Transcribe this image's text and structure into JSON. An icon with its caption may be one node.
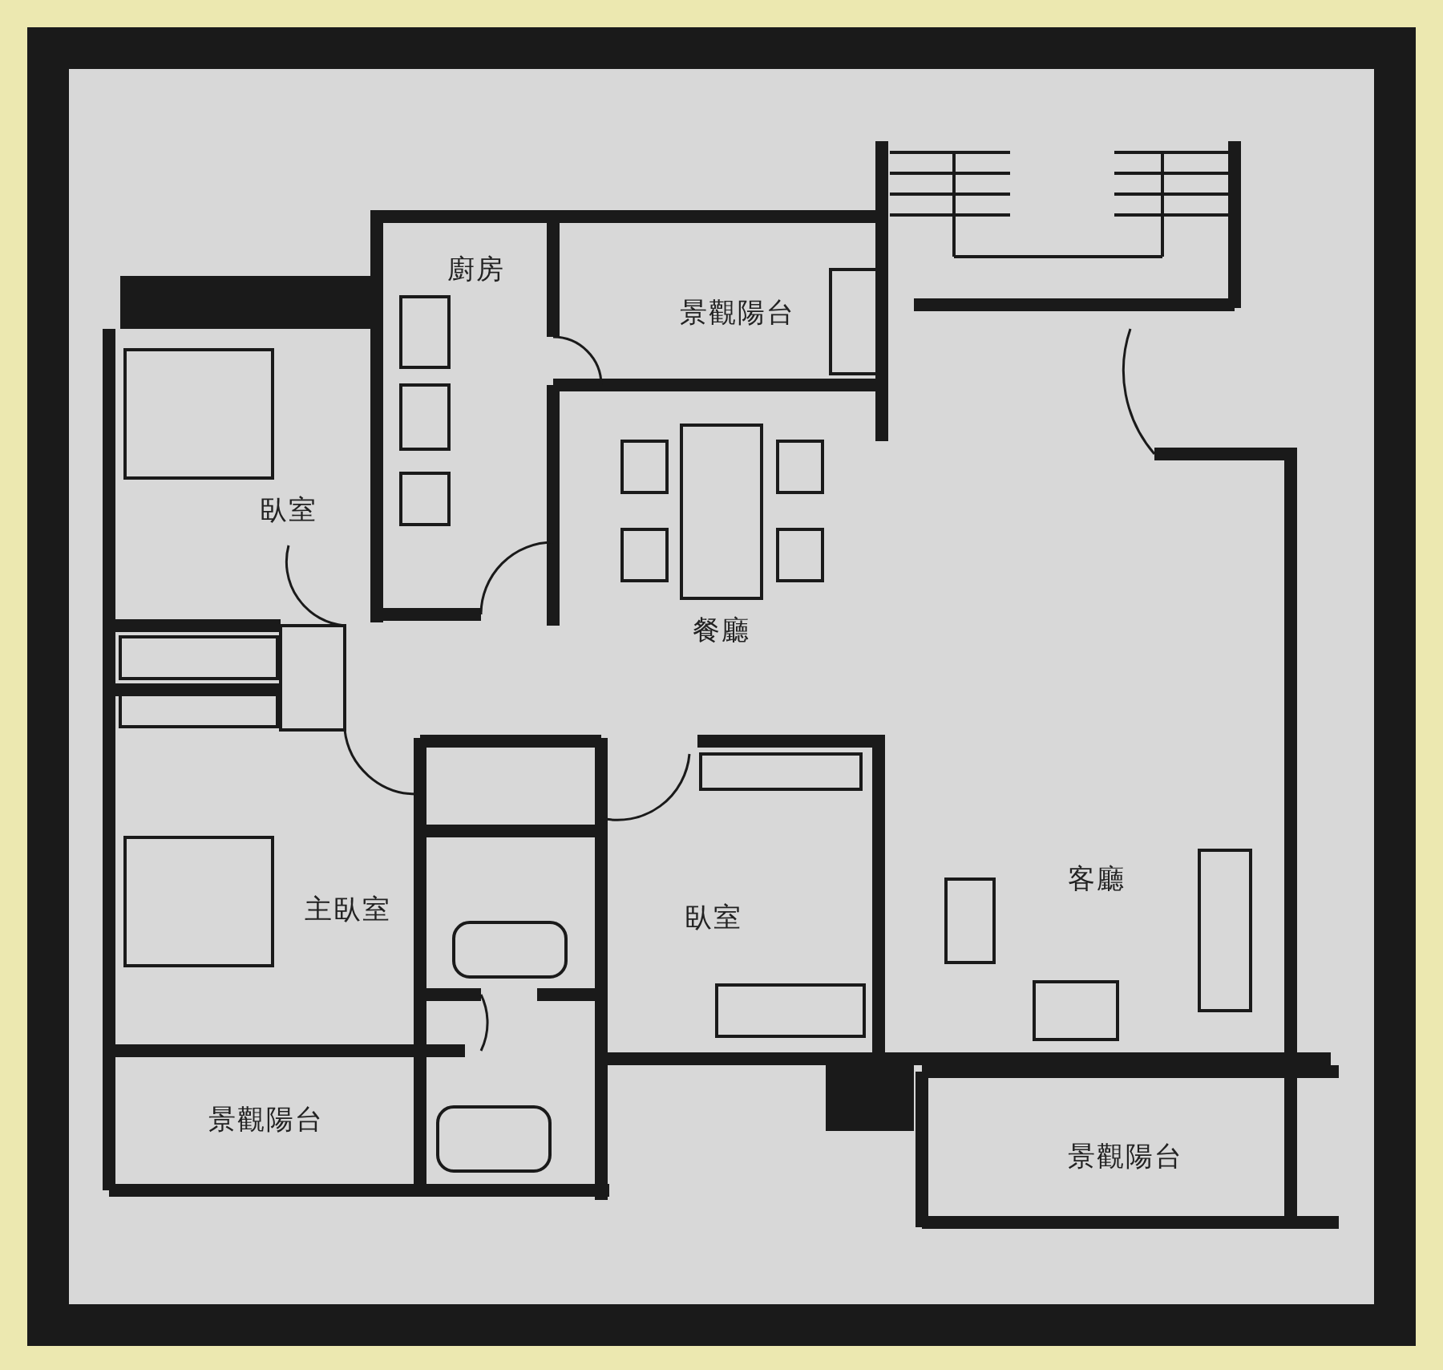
{
  "diagram": {
    "nodes": [
      {
        "text": [
          "廚房"
        ]
      },
      {
        "text": [
          "景觀陽台"
        ]
      },
      {
        "text": [
          "臥室"
        ]
      },
      {
        "text": [
          "餐廳"
        ]
      },
      {
        "text": [
          "主臥室"
        ]
      },
      {
        "text": [
          "臥室"
        ]
      },
      {
        "text": [
          "客廳"
        ]
      },
      {
        "text": [
          "景觀陽台"
        ]
      },
      {
        "text": [
          "景觀陽台"
        ]
      }
    ]
  }
}
